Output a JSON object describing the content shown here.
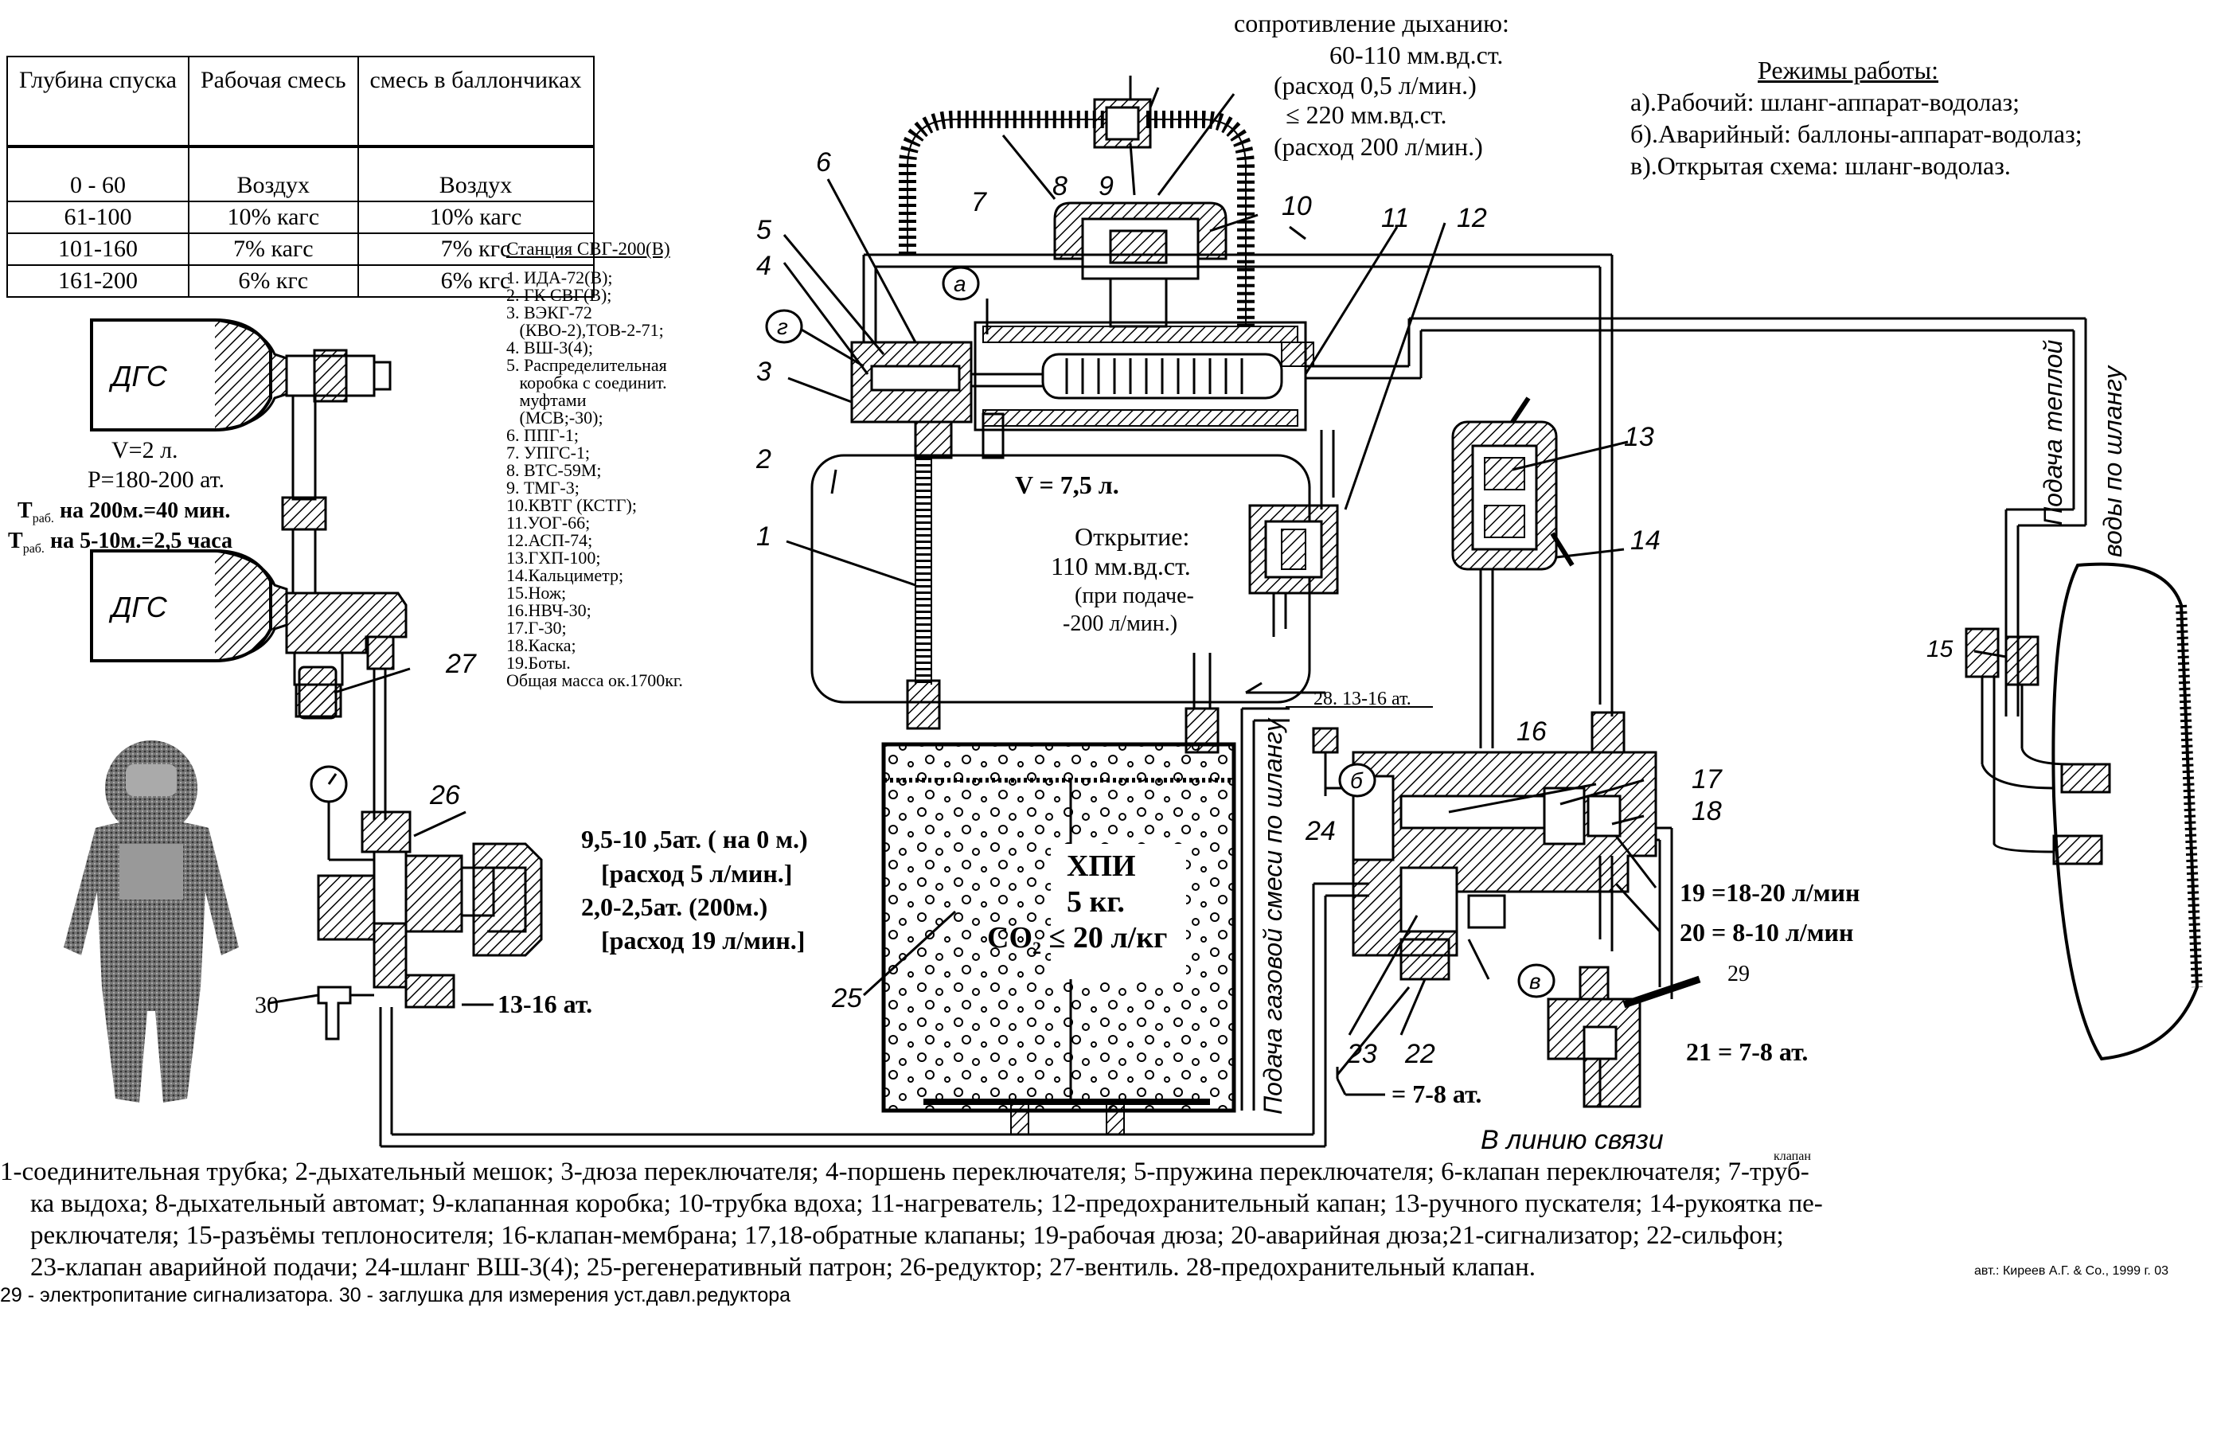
{
  "table": {
    "headers": [
      "Глубина спуска",
      "Рабочая смесь",
      "смесь в баллончиках"
    ],
    "rows": [
      [
        "0 - 60",
        "Воздух",
        "Воздух"
      ],
      [
        "61-100",
        "10% кагс",
        "10% кагс"
      ],
      [
        "101-160",
        "7% кагс",
        "7% кгс"
      ],
      [
        "161-200",
        "6% кгс",
        "6% кгс"
      ]
    ]
  },
  "resistance": {
    "line1": "сопротивление дыханию:",
    "line2": "60-110 мм.вд.ст.",
    "line3": "(расход 0,5 л/мин.)",
    "line4": "≤ 220 мм.вд.ст.",
    "line5": "(расход 200 л/мин.)"
  },
  "modes": {
    "title": "Режимы работы:",
    "items": [
      "а).Рабочий: шланг-аппарат-водолаз;",
      "б).Аварийный: баллоны-аппарат-водолаз;",
      "в).Открытая схема: шланг-водолаз."
    ]
  },
  "station": {
    "title": "Станция СВГ-200(В)",
    "items": [
      "1. ИДА-72(В);",
      "2. ГК СВГ(В);",
      "3. ВЭКГ-72",
      "   (КВО-2),ТОВ-2-71;",
      "4. ВШ-3(4);",
      "5. Распределительная",
      "   коробка с соединит.",
      "   муфтами",
      "   (МСВ;-30);",
      "6. ППГ-1;",
      "7. УПГС-1;",
      "8. ВТС-59М;",
      "9. ТМГ-3;",
      "10.КВТГ (КСТГ);",
      "11.УОГ-66;",
      "12.АСП-74;",
      "13.ГХП-100;",
      "14.Кальциметр;",
      "15.Нож;",
      "16.НВЧ-30;",
      "17.Г-30;",
      "18.Каска;",
      "19.Боты.",
      "Общая масса ок.1700кг."
    ]
  },
  "cylinders": {
    "label": "ДГС",
    "volume": "V=2 л.",
    "pressure": "P=180-200 ат.",
    "t1_prefix": "T",
    "t1_sub": "раб.",
    "t1_text": " на 200м.=40 мин.",
    "t2_prefix": "T",
    "t2_sub": "раб.",
    "t2_text": " на 5-10м.=2,5 часа"
  },
  "bag": {
    "volume": "V = 7,5 л."
  },
  "opening": {
    "line1": "Открытие:",
    "line2": "110 мм.вд.ст.",
    "line3": "(при подаче-",
    "line4": "-200 л/мин.)"
  },
  "reducer": {
    "line1": "9,5-10 ,5ат. ( на 0 м.)",
    "line2": "[расход 5 л/мин.]",
    "line3": "2,0-2,5ат. (200м.)",
    "line4": "[расход 19 л/мин.]",
    "low": "13-16 ат."
  },
  "cartridge": {
    "line1": "ХПИ",
    "line2": "5 кг.",
    "line3_a": "CO",
    "line3_sub": "2",
    "line3_b": " ≤ 20 л/кг"
  },
  "valve28": "28. 13-16 ат.",
  "nozzles": {
    "n19": "19 =18-20 л/мин",
    "n20": "20 = 8-10 л/мин",
    "n21": "21 = 7-8 ат.",
    "n23": "= 7-8 ат."
  },
  "handwritten": {
    "hose_gas": "Подача газовой смеси по шлангу",
    "hose_water_1": "Подача теплой",
    "hose_water_2": "воды по шлангу",
    "comm_line": "В линию связи",
    "klapan": "клапан"
  },
  "callouts": {
    "n1": "1",
    "n2": "2",
    "n3": "3",
    "n4": "4",
    "n5": "5",
    "n6": "6",
    "n7": "7",
    "n8": "8",
    "n9": "9",
    "n10": "10",
    "n11": "11",
    "n12": "12",
    "n13": "13",
    "n14": "14",
    "n15": "15",
    "n16": "16",
    "n17": "17",
    "n18": "18",
    "n22": "22",
    "n23": "23",
    "n24": "24",
    "n25": "25",
    "n26": "26",
    "n27": "27",
    "n29": "29",
    "n30": "30",
    "la": "а",
    "lb": "б",
    "lv": "в",
    "lg": "г"
  },
  "legend": {
    "line1": "1-соединительная трубка; 2-дыхательный мешок; 3-дюза переключателя; 4-поршень переключателя; 5-пружина переключателя; 6-клапан переключателя; 7-труб-",
    "line2": "ка выдоха; 8-дыхательный автомат; 9-клапанная коробка; 10-трубка вдоха; 11-нагреватель; 12-предохранительный капан; 13-ручного пускателя; 14-рукоятка пе-",
    "line3": "реключателя; 15-разъёмы теплоносителя; 16-клапан-мембрана; 17,18-обратные клапаны; 19-рабочая дюза; 20-аварийная дюза;21-сигнализатор; 22-сильфон;",
    "line4": "23-клапан аварийной подачи; 24-шланг ВШ-3(4); 25-регенеративный патрон; 26-редуктор; 27-вентиль. 28-предохранительный клапан.",
    "line5": "29 - электропитание сигнализатора.  30 - заглушка для измерения уст.давл.редуктора",
    "author": "авт.: Киреев А.Г. & Co., 1999 г.  03"
  }
}
